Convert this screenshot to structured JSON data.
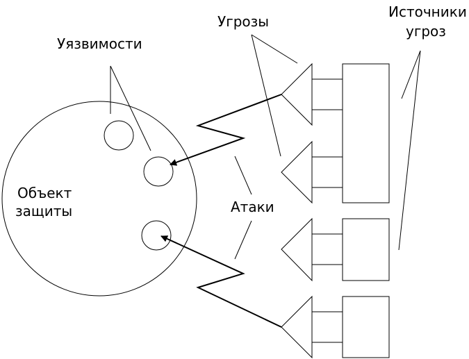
{
  "labels": {
    "vulnerabilities": "Уязвимости",
    "threats": "Угрозы",
    "threat_sources_line1": "Источники",
    "threat_sources_line2": "угроз",
    "protected_object_line1": "Объект",
    "protected_object_line2": "защиты",
    "attacks": "Атаки"
  },
  "colors": {
    "stroke": "#000000",
    "background": "#ffffff"
  }
}
